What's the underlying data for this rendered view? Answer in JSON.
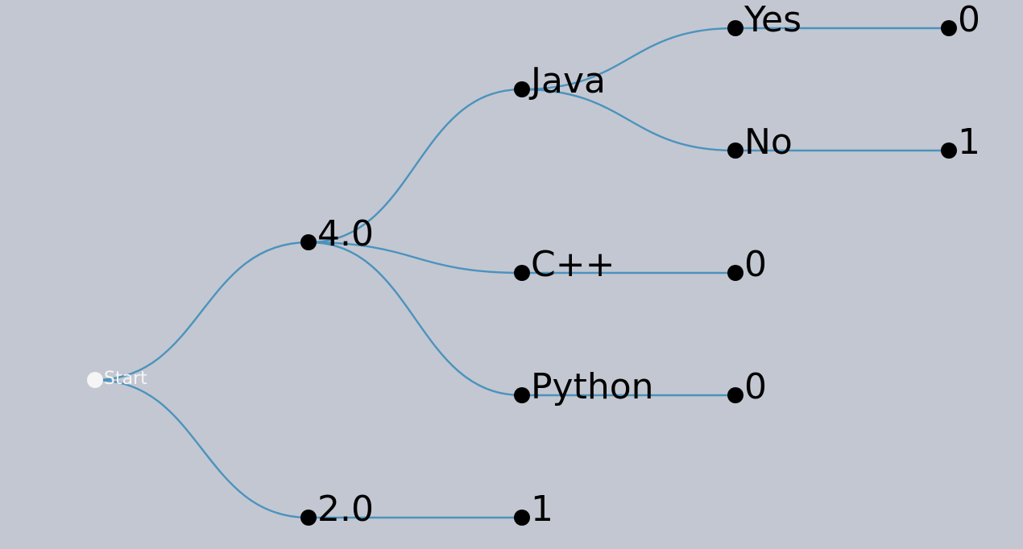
{
  "colors": {
    "background": "#c3c7d1",
    "edge": "#4b93bd",
    "node": "#000000",
    "root_node": "#f5f5f5"
  },
  "tree": {
    "label": "Start",
    "children": [
      {
        "label": "4.0",
        "children": [
          {
            "label": "Java",
            "children": [
              {
                "label": "Yes",
                "children": [
                  {
                    "label": "0"
                  }
                ]
              },
              {
                "label": "No",
                "children": [
                  {
                    "label": "1"
                  }
                ]
              }
            ]
          },
          {
            "label": "C++",
            "children": [
              {
                "label": "0"
              }
            ]
          },
          {
            "label": "Python",
            "children": [
              {
                "label": "0"
              }
            ]
          }
        ]
      },
      {
        "label": "2.0",
        "children": [
          {
            "label": "1"
          }
        ]
      }
    ]
  }
}
